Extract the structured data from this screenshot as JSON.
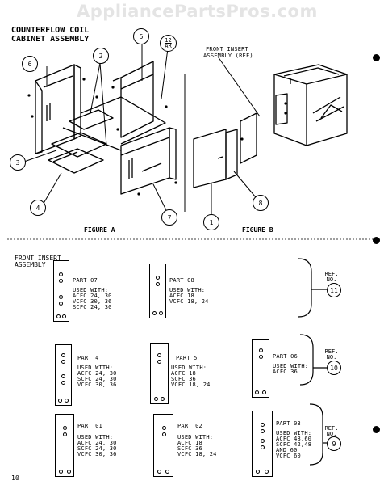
{
  "watermark": "AppliancePartsPros.com",
  "title_line1": "COUNTERFLOW COIL",
  "title_line2": "CABINET ASSEMBLY",
  "figure_a": "FIGURE A",
  "figure_b": "FIGURE B",
  "callouts": {
    "c1": "1",
    "c2": "2",
    "c3": "3",
    "c4": "4",
    "c5": "5",
    "c6": "6",
    "c7": "7",
    "c8": "8",
    "c12": "12",
    "c12sub": "AR"
  },
  "front_insert_label_1": "FRONT INSERT",
  "front_insert_label_2": "ASSEMBLY (REF)",
  "section_title_1": "FRONT INSERT",
  "section_title_2": "ASSEMBLY",
  "used_with": "USED WITH:",
  "parts": {
    "p07": {
      "name": "PART 07",
      "l1": "ACFC 24, 30",
      "l2": "VCFC 30, 36",
      "l3": "SCFC 24, 30",
      "l4": ""
    },
    "p08": {
      "name": "PART 08",
      "l1": "ACFC 18",
      "l2": "VCFC 18, 24",
      "l3": "",
      "l4": ""
    },
    "p4": {
      "name": "PART 4",
      "l1": "ACFC 24, 30",
      "l2": "SCFC 24, 30",
      "l3": "VCFC 30, 36",
      "l4": ""
    },
    "p5": {
      "name": "PART 5",
      "l1": "ACFC 18",
      "l2": "SCFC 36",
      "l3": "VCFC 18, 24",
      "l4": ""
    },
    "p06": {
      "name": "PART 06",
      "l1": "ACFC 36",
      "l2": "",
      "l3": "",
      "l4": ""
    },
    "p01": {
      "name": "PART 01",
      "l1": "ACFC 24, 30",
      "l2": "SCFC 24, 30",
      "l3": "VCFC 30, 36",
      "l4": ""
    },
    "p02": {
      "name": "PART 02",
      "l1": "ACFC 18",
      "l2": "SCFC 36",
      "l3": "VCFC 18, 24",
      "l4": ""
    },
    "p03": {
      "name": "PART 03",
      "l1": "ACFC 48,60",
      "l2": "SCFC 42,48",
      "l3": "AND 60",
      "l4": "VCFC 60"
    }
  },
  "ref_label_1": "REF.",
  "ref_label_2": "NO.",
  "refs": {
    "r11": "11",
    "r10": "10",
    "r9": "9"
  },
  "page_number": "10"
}
